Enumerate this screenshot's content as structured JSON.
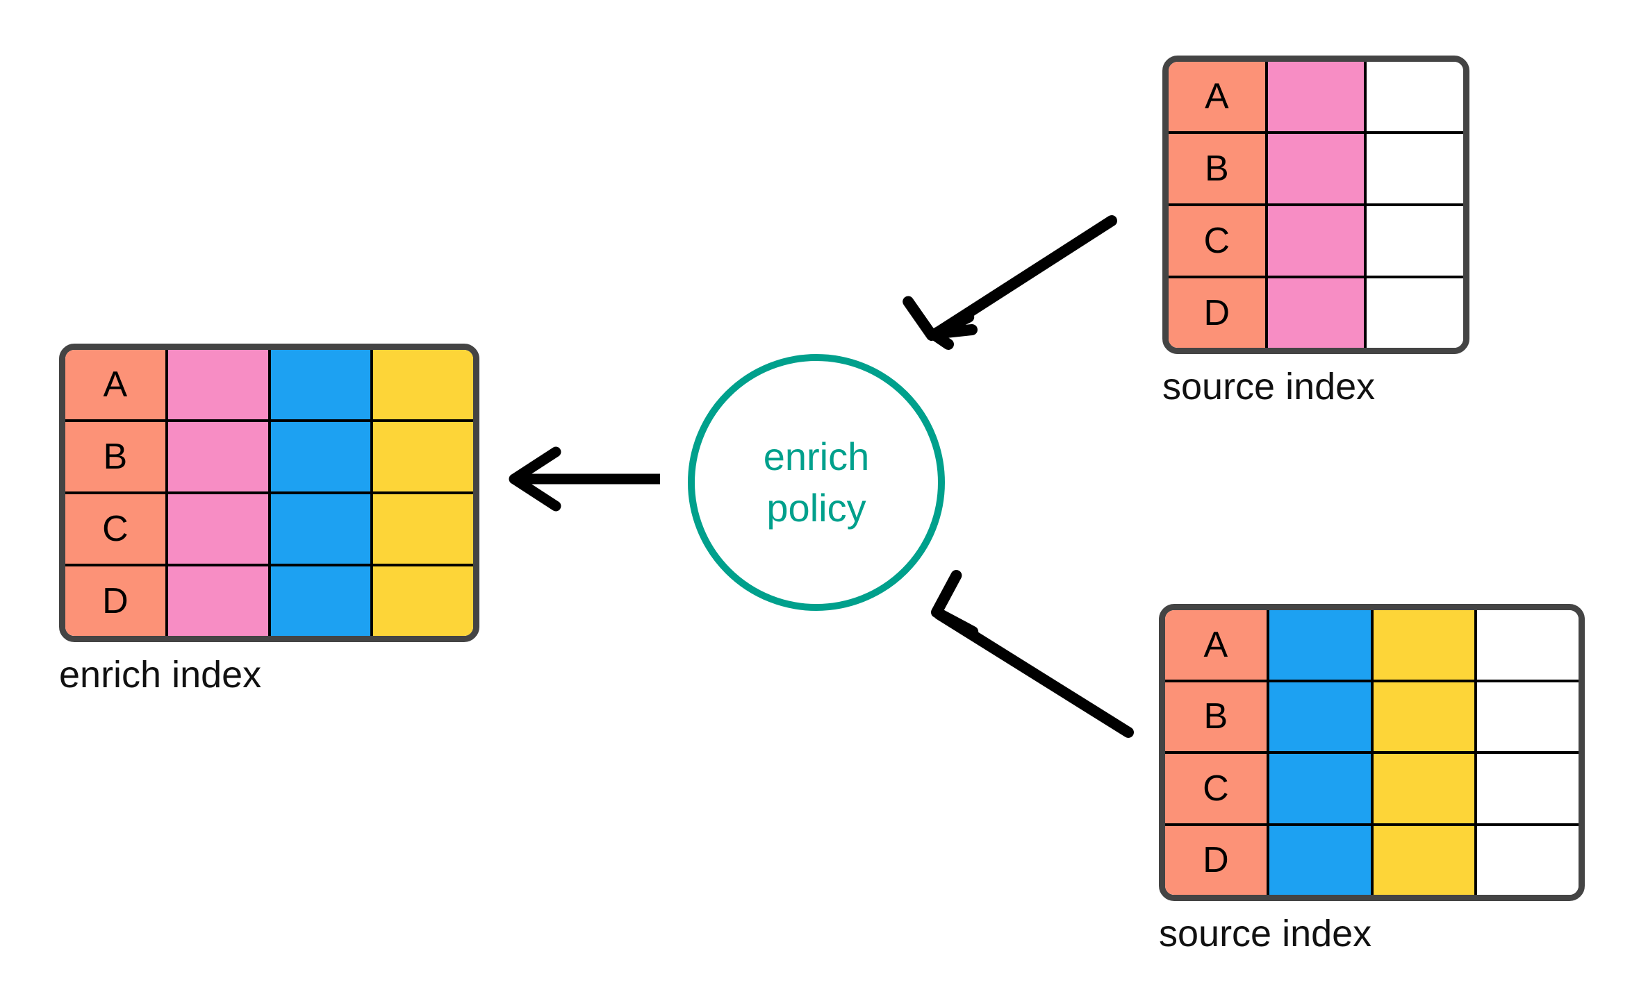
{
  "diagram": {
    "title": "Elasticsearch enrich policy data flow",
    "background": "#ffffff",
    "palette": {
      "orange": "#FC9277",
      "pink": "#F78DC4",
      "blue": "#1DA1F2",
      "yellow": "#FDD538",
      "white": "#FFFFFF",
      "teal": "#00A08C",
      "border_dark": "#444444",
      "grid_line": "#000000",
      "arrow": "#000000"
    }
  },
  "policy_node": {
    "label": "enrich\npolicy",
    "line1": "enrich",
    "line2": "policy",
    "shape": "circle",
    "stroke_color": "#00A08C",
    "text_color": "#00A08C"
  },
  "enrich_index": {
    "caption": "enrich index",
    "row_labels": [
      "A",
      "B",
      "C",
      "D"
    ],
    "column_count": 4,
    "column_colors": [
      "orange",
      "pink",
      "blue",
      "yellow"
    ],
    "rows": [
      {
        "key": "A",
        "cells": [
          "orange",
          "pink",
          "blue",
          "yellow"
        ]
      },
      {
        "key": "B",
        "cells": [
          "orange",
          "pink",
          "blue",
          "yellow"
        ]
      },
      {
        "key": "C",
        "cells": [
          "orange",
          "pink",
          "blue",
          "yellow"
        ]
      },
      {
        "key": "D",
        "cells": [
          "orange",
          "pink",
          "blue",
          "yellow"
        ]
      }
    ]
  },
  "source_index_top": {
    "caption": "source index",
    "row_labels": [
      "A",
      "B",
      "C",
      "D"
    ],
    "column_count": 3,
    "column_colors": [
      "orange",
      "pink",
      "white"
    ],
    "rows": [
      {
        "key": "A",
        "cells": [
          "orange",
          "pink",
          "white"
        ]
      },
      {
        "key": "B",
        "cells": [
          "orange",
          "pink",
          "white"
        ]
      },
      {
        "key": "C",
        "cells": [
          "orange",
          "pink",
          "white"
        ]
      },
      {
        "key": "D",
        "cells": [
          "orange",
          "pink",
          "white"
        ]
      }
    ]
  },
  "source_index_bottom": {
    "caption": "source index",
    "row_labels": [
      "A",
      "B",
      "C",
      "D"
    ],
    "column_count": 4,
    "column_colors": [
      "orange",
      "blue",
      "yellow",
      "white"
    ],
    "rows": [
      {
        "key": "A",
        "cells": [
          "orange",
          "blue",
          "yellow",
          "white"
        ]
      },
      {
        "key": "B",
        "cells": [
          "orange",
          "blue",
          "yellow",
          "white"
        ]
      },
      {
        "key": "C",
        "cells": [
          "orange",
          "blue",
          "yellow",
          "white"
        ]
      },
      {
        "key": "D",
        "cells": [
          "orange",
          "blue",
          "yellow",
          "white"
        ]
      }
    ]
  },
  "arrows": [
    {
      "id": "arrow-source-top-to-policy",
      "from": "source_index_top",
      "to": "policy_node",
      "direction": "down-left",
      "color": "#000000"
    },
    {
      "id": "arrow-policy-to-enrich-index",
      "from": "policy_node",
      "to": "enrich_index",
      "direction": "left",
      "color": "#000000"
    },
    {
      "id": "arrow-source-bottom-to-policy",
      "from": "source_index_bottom",
      "to": "policy_node",
      "direction": "up-left",
      "color": "#000000"
    }
  ]
}
